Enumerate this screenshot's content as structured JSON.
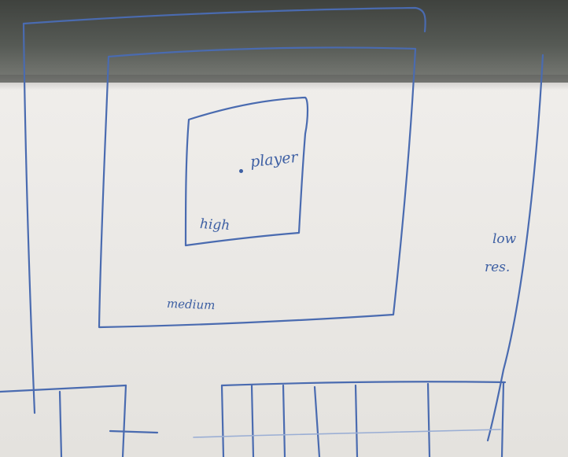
{
  "photo": {
    "subject": "whiteboard-sketch",
    "ink_color": "#4a6bb0",
    "board_color": "#eceae7",
    "band_color": "#4a4d49"
  },
  "labels": {
    "player": "player",
    "high": "high",
    "medium": "medium",
    "low": "low",
    "res": "res."
  }
}
